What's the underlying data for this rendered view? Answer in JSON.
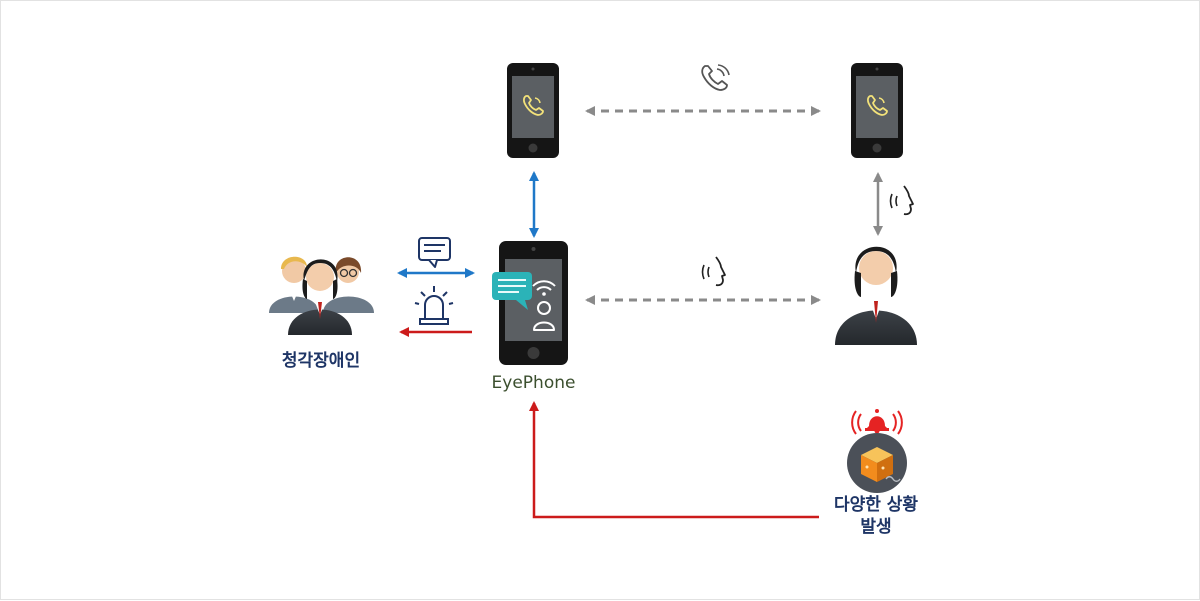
{
  "labels": {
    "hearing_impaired": "청각장애인",
    "device": "EyePhone",
    "situation_line1": "다양한 상황",
    "situation_line2": "발생"
  },
  "colors": {
    "blue_arrow": "#1f78c8",
    "red_arrow": "#cc1b1b",
    "gray_arrow": "#8a8a8a",
    "phone_body": "#151515",
    "phone_screen": "#5b5f63",
    "call_icon": "#f3e27a",
    "chat_bubble": "#2bb3b8",
    "alarm_red": "#e52323",
    "box_orange": "#f28c1d"
  },
  "icons": [
    "chat-bubble-icon",
    "siren-icon",
    "phone-call-icon",
    "voice-icon",
    "bell-alarm-icon",
    "box-icon"
  ]
}
